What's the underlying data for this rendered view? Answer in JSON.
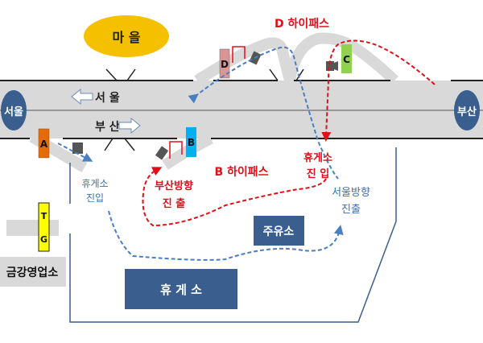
{
  "village": "마 을",
  "cities": {
    "seoul": "서울",
    "busan": "부산"
  },
  "directions": {
    "seoul": "서 울",
    "busan": "부 산"
  },
  "hipass": {
    "d": "D 하이패스",
    "b": "B 하이패스"
  },
  "markers": {
    "a": "A",
    "b": "B",
    "c": "C",
    "d": "D"
  },
  "tollgate": {
    "t": "T",
    "g": "G",
    "office": "금강영업소"
  },
  "labels": {
    "rest_entry_blue_1": "휴게소",
    "rest_entry_blue_2": "진입",
    "busan_exit_1": "부산방향",
    "busan_exit_2": "진  출",
    "rest_entry_red_1": "휴게소",
    "rest_entry_red_2": "진  입",
    "seoul_exit_1": "서울방향",
    "seoul_exit_2": "진출"
  },
  "facilities": {
    "rest_area": "휴 게 소",
    "gas_station": "주유소"
  },
  "colors": {
    "road": "#D9D9D9",
    "navy": "#3A5F8F",
    "red": "#E0101A",
    "blue": "#4A7EC2",
    "village": "#F5C000",
    "a": "#E36C09",
    "b": "#00B0F0",
    "c": "#92D050",
    "d": "#D99694",
    "tg": "#FFFF00"
  }
}
